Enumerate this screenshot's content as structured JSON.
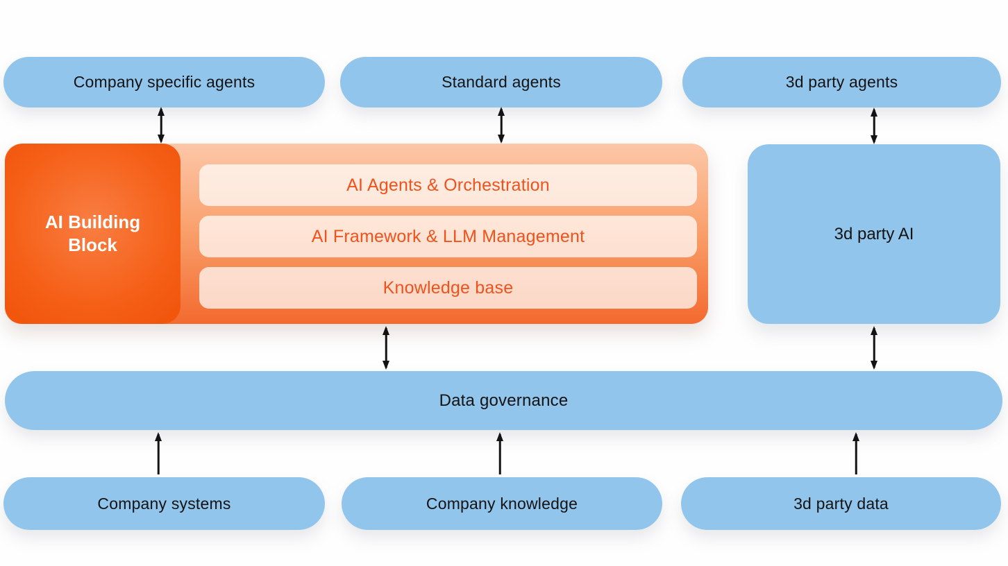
{
  "theme": {
    "blue": "#92C5EC",
    "ink": "#131313",
    "arrow": "#131313",
    "orange_text": "#F0521C",
    "bg": "#FEFEFE"
  },
  "top_row": [
    "Company specific agents",
    "Standard agents",
    "3d party agents"
  ],
  "ai_block": {
    "title": "AI Building Block",
    "layers": [
      "AI Agents & Orchestration",
      "AI Framework & LLM Management",
      "Knowledge base"
    ]
  },
  "third_party_ai": "3d party AI",
  "governance": "Data governance",
  "bottom_row": [
    "Company systems",
    "Company knowledge",
    "3d party data"
  ]
}
